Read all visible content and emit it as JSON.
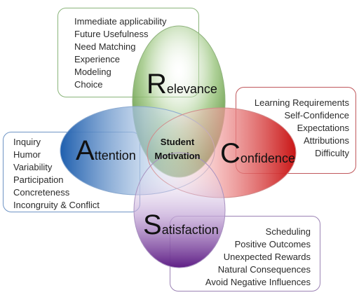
{
  "center_label": [
    "Student",
    "Motivation"
  ],
  "petals": {
    "relevance": {
      "initial": "R",
      "rest": "elevance",
      "color": "#4f8a2f",
      "border": "#8ab47a"
    },
    "attention": {
      "initial": "A",
      "rest": "ttention",
      "color": "#2c6db5",
      "border": "#6e94c4"
    },
    "confidence": {
      "initial": "C",
      "rest": "onfidence",
      "color": "#d01f1f",
      "border": "#c0585c"
    },
    "satisfaction": {
      "initial": "S",
      "rest": "atisfaction",
      "color": "#6e2a8f",
      "border": "#9b82b4"
    }
  },
  "lists": {
    "relevance": [
      "Immediate applicability",
      "Future Usefulness",
      "Need Matching",
      "Experience",
      "Modeling",
      "Choice"
    ],
    "attention": [
      "Inquiry",
      "Humor",
      "Variability",
      "Participation",
      "Concreteness",
      "Incongruity & Conflict"
    ],
    "confidence": [
      "Learning Requirements",
      "Self-Confidence",
      "Expectations",
      "Attributions",
      "Difficulty"
    ],
    "satisfaction": [
      "Scheduling",
      "Positive Outcomes",
      "Unexpected Rewards",
      "Natural Consequences",
      "Avoid Negative Influences"
    ]
  }
}
